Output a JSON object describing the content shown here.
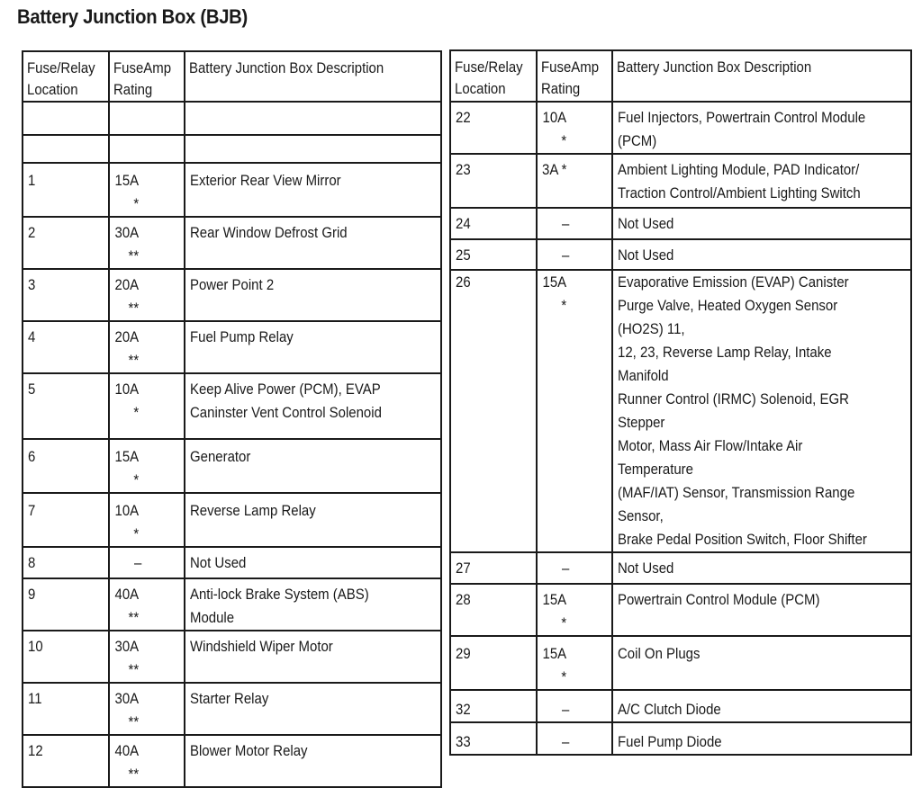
{
  "title": "Battery Junction Box (BJB)",
  "headers": {
    "location": "Fuse/Relay\nLocation",
    "rating": "FuseAmp\nRating",
    "description": "Battery Junction Box Description"
  },
  "left_rows": [
    {
      "location": "",
      "rating": "",
      "description": ""
    },
    {
      "location": "",
      "rating": "",
      "description": ""
    },
    {
      "location": "1",
      "rating": "15A *",
      "description": "Exterior Rear View Mirror"
    },
    {
      "location": "2",
      "rating": "30A **",
      "description": "Rear Window Defrost Grid"
    },
    {
      "location": "3",
      "rating": "20A **",
      "description": "Power Point 2"
    },
    {
      "location": "4",
      "rating": "20A **",
      "description": "Fuel Pump Relay"
    },
    {
      "location": "5",
      "rating": "10A *",
      "description": "Keep Alive Power (PCM), EVAP\nCaninster Vent Control Solenoid"
    },
    {
      "location": "6",
      "rating": "15A *",
      "description": "Generator"
    },
    {
      "location": "7",
      "rating": "10A *",
      "description": "Reverse Lamp Relay"
    },
    {
      "location": "8",
      "rating": "–",
      "description": "Not Used"
    },
    {
      "location": "9",
      "rating": "40A **",
      "description": "Anti-lock Brake System (ABS) Module"
    },
    {
      "location": "10",
      "rating": "30A **",
      "description": "Windshield Wiper Motor"
    },
    {
      "location": "11",
      "rating": "30A **",
      "description": "Starter Relay"
    },
    {
      "location": "12",
      "rating": "40A **",
      "description": "Blower Motor Relay"
    }
  ],
  "right_rows": [
    {
      "location": "22",
      "rating": "10A *",
      "description": "Fuel Injectors, Powertrain Control Module (PCM)"
    },
    {
      "location": "23",
      "rating": "3A *",
      "description": "Ambient Lighting Module, PAD Indicator/\nTraction Control/Ambient Lighting Switch"
    },
    {
      "location": "24",
      "rating": "–",
      "description": "Not Used"
    },
    {
      "location": "25",
      "rating": "–",
      "description": "Not Used"
    },
    {
      "location": "26",
      "rating": "15A *",
      "description": "Evaporative Emission (EVAP) Canister\nPurge Valve, Heated Oxygen Sensor (HO2S) 11,\n12, 23, Reverse Lamp Relay, Intake Manifold\nRunner Control (IRMC) Solenoid, EGR Stepper\nMotor, Mass Air Flow/Intake Air Temperature\n(MAF/IAT) Sensor, Transmission Range Sensor,\nBrake Pedal Position Switch, Floor Shifter"
    },
    {
      "location": "27",
      "rating": "–",
      "description": "Not Used"
    },
    {
      "location": "28",
      "rating": "15A *",
      "description": "Powertrain Control Module (PCM)"
    },
    {
      "location": "29",
      "rating": "15A *",
      "description": "Coil On Plugs"
    },
    {
      "location": "32",
      "rating": "–",
      "description": "A/C Clutch Diode"
    },
    {
      "location": "33",
      "rating": "–",
      "description": "Fuel Pump Diode"
    }
  ]
}
